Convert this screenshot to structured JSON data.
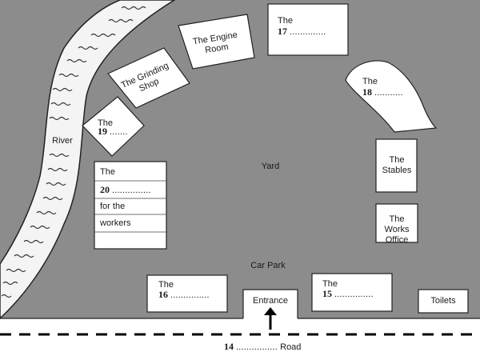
{
  "map": {
    "river_label": "River",
    "yard_label": "Yard",
    "car_park_label": "Car Park",
    "entrance_label": "Entrance",
    "road_label": "Road",
    "buildings": {
      "engine_room": "The Engine Room",
      "grinding_shop": "The Grinding Shop",
      "stables": "The Stables",
      "works_office": "The Works Office",
      "toilets": "Toilets"
    },
    "questions": {
      "q14": {
        "num": "14",
        "dots": "................"
      },
      "q15": {
        "prefix": "The",
        "num": "15",
        "dots": "..............."
      },
      "q16": {
        "prefix": "The",
        "num": "16",
        "dots": "..............."
      },
      "q17": {
        "prefix": "The",
        "num": "17",
        "dots": ".............."
      },
      "q18": {
        "prefix": "The",
        "num": "18",
        "dots": "..........."
      },
      "q19": {
        "prefix": "The",
        "num": "19",
        "dots": "......."
      },
      "q20": {
        "prefix": "The",
        "num": "20",
        "dots": "...............",
        "line3": "for the",
        "line4": "workers"
      }
    },
    "colors": {
      "ground": "#8c8c8c",
      "river": "#f4f4f4",
      "building": "#ffffff",
      "outline": "#222222"
    }
  }
}
